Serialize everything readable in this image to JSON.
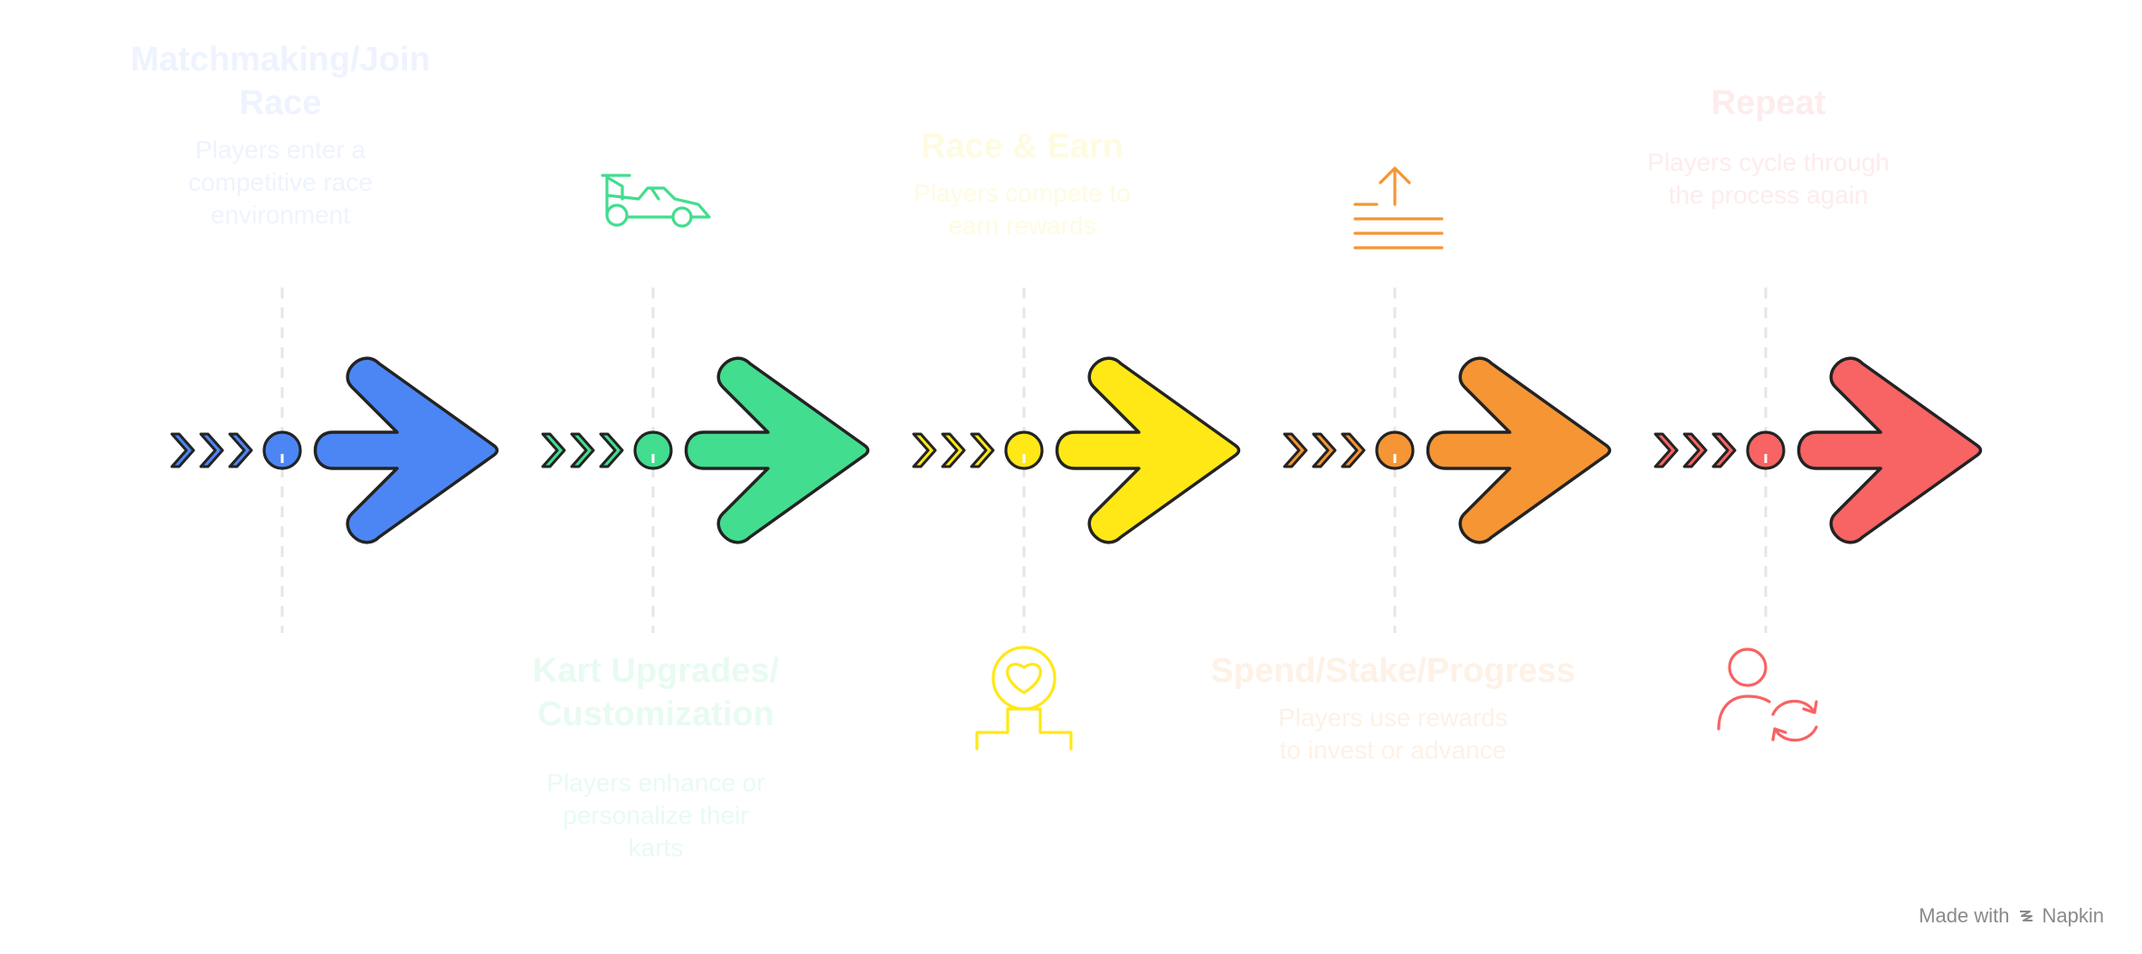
{
  "stages": [
    {
      "title": "Matchmaking/Join Race",
      "description": "Players enter a competitive race environment",
      "color": "#4c86f5",
      "icon": "race-flag-icon"
    },
    {
      "title": "Kart Upgrades/Customization",
      "description": "Players enhance or personalize their karts",
      "color": "#42dd8f",
      "icon": "race-car-icon"
    },
    {
      "title": "Race & Earn",
      "description": "Players compete to earn rewards",
      "color": "#ffe816",
      "icon": "podium-heart-icon"
    },
    {
      "title": "Spend/Stake/Progress",
      "description": "Players use rewards to invest or advance",
      "color": "#f69534",
      "icon": "upload-stack-icon"
    },
    {
      "title": "Repeat",
      "description": "Players cycle through the process again",
      "color": "#f86363",
      "icon": "user-cycle-icon"
    }
  ],
  "footer": {
    "made_with": "Made with",
    "brand": "Napkin"
  }
}
